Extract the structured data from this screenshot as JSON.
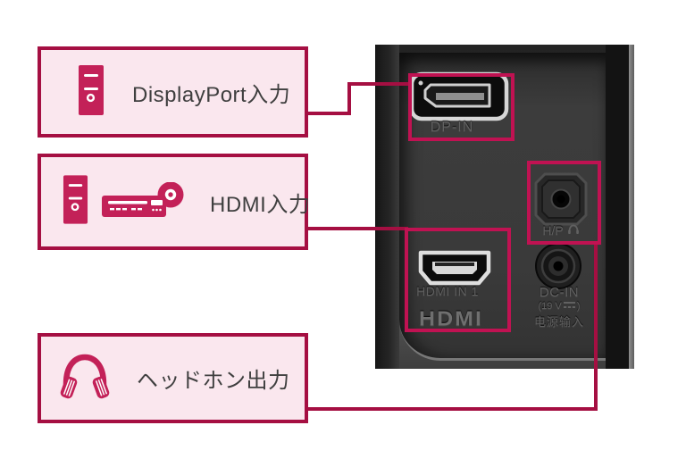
{
  "colors": {
    "accent_line": "#a50f42",
    "accent_rect": "#c01252",
    "icon_crimson": "#c32158",
    "callout_bg": "#fae7ee",
    "callout_text": "#3f3f3f",
    "panel_dark": "#3a3a3a"
  },
  "callouts": [
    {
      "label": "DisplayPort入力"
    },
    {
      "label": "HDMI入力"
    },
    {
      "label": "ヘッドホン出力"
    }
  ],
  "panel": {
    "dp_label": "DP-IN",
    "hdmi_port_label": "HDMI IN 1",
    "hdmi_logo": "HDMI",
    "hp_label": "H/P",
    "dc_label": "DC-IN",
    "dc_voltage_open": "(19 V",
    "dc_voltage_close": ")",
    "dc_cn_label": "电源输入"
  }
}
